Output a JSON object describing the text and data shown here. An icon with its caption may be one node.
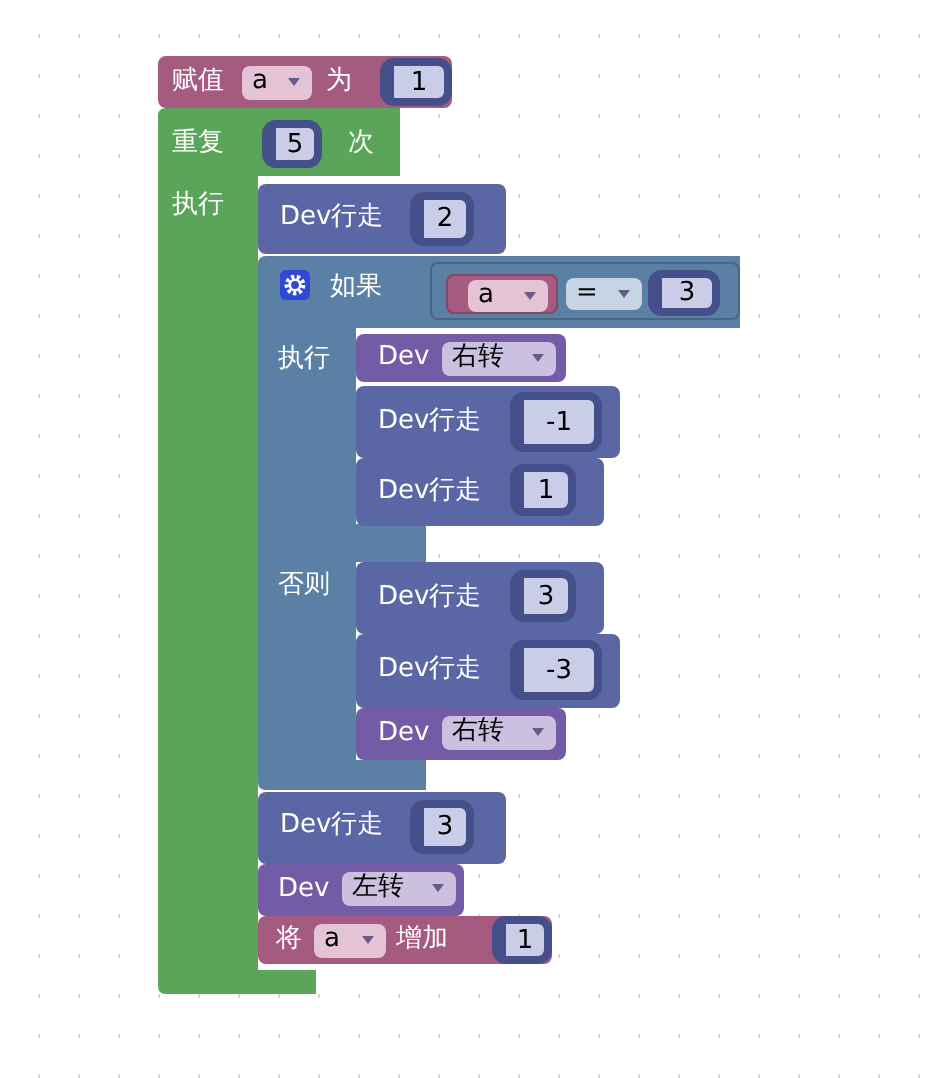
{
  "diagram": {
    "nodes": [
      {
        "text": [
          "赋值",
          "为"
        ]
      },
      {
        "text": [
          "a"
        ],
        "in": 0
      },
      {
        "text": [
          "1"
        ],
        "in": 0
      },
      {
        "text": [
          "重复",
          "次",
          "执行"
        ]
      },
      {
        "text": [
          "5"
        ],
        "in": 3
      },
      {
        "text": [
          "Dev行走"
        ]
      },
      {
        "text": [
          "2"
        ],
        "in": 5
      },
      {
        "text": [
          "如果",
          "执行",
          "否则"
        ]
      },
      {
        "text": [],
        "shape": "box",
        "in": 7
      },
      {
        "text": [],
        "shape": "box",
        "in": 8
      },
      {
        "text": [
          "a"
        ],
        "in": 9
      },
      {
        "text": [
          "="
        ],
        "in": 8
      },
      {
        "text": [
          "3"
        ],
        "in": 8
      },
      {
        "text": [
          "Dev"
        ],
        "in": 7
      },
      {
        "text": [
          "右转"
        ],
        "in": 13
      },
      {
        "text": [
          "Dev行走"
        ],
        "in": 7
      },
      {
        "text": [
          "-1"
        ],
        "in": 15
      },
      {
        "text": [
          "Dev行走"
        ],
        "in": 7
      },
      {
        "text": [
          "1"
        ],
        "in": 17
      },
      {
        "text": [
          "Dev行走"
        ],
        "in": 7
      },
      {
        "text": [
          "3"
        ],
        "in": 19
      },
      {
        "text": [
          "Dev行走"
        ],
        "in": 7
      },
      {
        "text": [
          "-3"
        ],
        "in": 21
      },
      {
        "text": [
          "Dev"
        ],
        "in": 7
      },
      {
        "text": [
          "右转"
        ],
        "in": 23
      },
      {
        "text": [
          "Dev行走"
        ]
      },
      {
        "text": [
          "3"
        ],
        "in": 25
      },
      {
        "text": [
          "Dev"
        ]
      },
      {
        "text": [
          "左转"
        ],
        "in": 27
      },
      {
        "text": [
          "将",
          "增加"
        ]
      },
      {
        "text": [
          "a"
        ],
        "in": 29
      },
      {
        "text": [
          "1"
        ],
        "in": 29
      }
    ]
  }
}
